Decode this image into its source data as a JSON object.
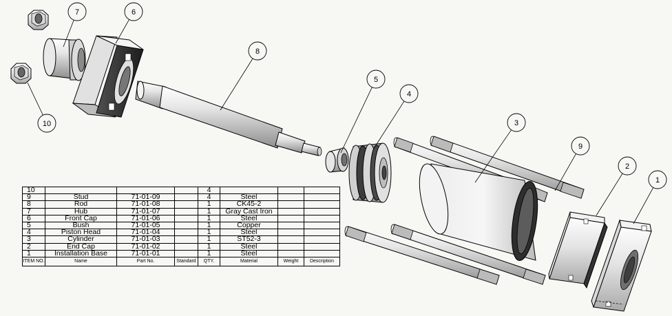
{
  "balloons": [
    "1",
    "2",
    "3",
    "4",
    "5",
    "6",
    "7",
    "8",
    "9",
    "10"
  ],
  "bom": {
    "headers": [
      "ITEM NO.",
      "Name",
      "Part No.",
      "Standard",
      "QTY.",
      "Material",
      "Weight",
      "Description"
    ],
    "rows": [
      {
        "item": "10",
        "name": "",
        "part": "",
        "std": "",
        "qty": "4",
        "mat": "",
        "weight": "",
        "desc": ""
      },
      {
        "item": "9",
        "name": "Stud",
        "part": "71-01-09",
        "std": "",
        "qty": "4",
        "mat": "Steel",
        "weight": "",
        "desc": ""
      },
      {
        "item": "8",
        "name": "Rod",
        "part": "71-01-08",
        "std": "",
        "qty": "1",
        "mat": "CK45-2",
        "weight": "",
        "desc": ""
      },
      {
        "item": "7",
        "name": "Hub",
        "part": "71-01-07",
        "std": "",
        "qty": "1",
        "mat": "Gray Cast Iron",
        "weight": "",
        "desc": ""
      },
      {
        "item": "6",
        "name": "Front Cap",
        "part": "71-01-06",
        "std": "",
        "qty": "1",
        "mat": "Steel",
        "weight": "",
        "desc": ""
      },
      {
        "item": "5",
        "name": "Bush",
        "part": "71-01-05",
        "std": "",
        "qty": "1",
        "mat": "Copper",
        "weight": "",
        "desc": ""
      },
      {
        "item": "4",
        "name": "Piston Head",
        "part": "71-01-04",
        "std": "",
        "qty": "1",
        "mat": "Steel",
        "weight": "",
        "desc": ""
      },
      {
        "item": "3",
        "name": "Cylinder",
        "part": "71-01-03",
        "std": "",
        "qty": "1",
        "mat": "ST52-3",
        "weight": "",
        "desc": ""
      },
      {
        "item": "2",
        "name": "End Cap",
        "part": "71-01-02",
        "std": "",
        "qty": "1",
        "mat": "Steel",
        "weight": "",
        "desc": ""
      },
      {
        "item": "1",
        "name": "Installation Base",
        "part": "71-01-01",
        "std": "",
        "qty": "1",
        "mat": "Steel",
        "weight": "",
        "desc": ""
      }
    ]
  }
}
